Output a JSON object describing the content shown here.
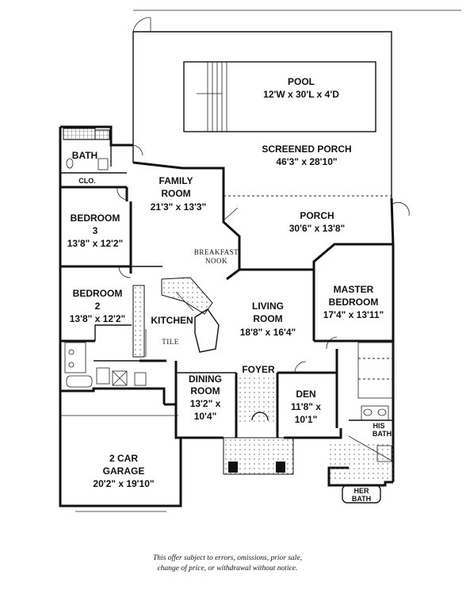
{
  "rooms": {
    "pool": {
      "name": "POOL",
      "dims": "12'W x 30'L x 4'D"
    },
    "screened_porch": {
      "name": "SCREENED PORCH",
      "dims": "46'3\" x 28'10\""
    },
    "bath": {
      "name": "BATH",
      "closet": "CLO."
    },
    "family_room": {
      "name1": "FAMILY",
      "name2": "ROOM",
      "dims": "21'3\" x 13'3\""
    },
    "porch": {
      "name": "PORCH",
      "dims": "30'6\" x 13'8\""
    },
    "bedroom3": {
      "name1": "BEDROOM",
      "name2": "3",
      "dims": "13'8\" x 12'2\""
    },
    "breakfast_nook": {
      "name1": "BREAKFAST",
      "name2": "NOOK"
    },
    "master_bedroom": {
      "name1": "MASTER",
      "name2": "BEDROOM",
      "dims": "17'4\" x 13'11\""
    },
    "bedroom2": {
      "name1": "BEDROOM",
      "name2": "2",
      "dims": "13'8\" x 12'2\""
    },
    "living_room": {
      "name1": "LIVING",
      "name2": "ROOM",
      "dims": "18'8\" x 16'4\""
    },
    "kitchen": {
      "name": "KITCHEN",
      "floor": "TILE"
    },
    "foyer": {
      "name": "FOYER"
    },
    "dining_room": {
      "name1": "DINING",
      "name2": "ROOM",
      "dims1": "13'2\" x",
      "dims2": "10'4\""
    },
    "den": {
      "name": "DEN",
      "dims1": "11'8\" x",
      "dims2": "10'1\""
    },
    "his_bath": {
      "name1": "HIS",
      "name2": "BATH"
    },
    "her_bath": {
      "name1": "HER",
      "name2": "BATH"
    },
    "garage": {
      "name1": "2 CAR",
      "name2": "GARAGE",
      "dims": "20'2\" x 19'10\""
    }
  },
  "disclaimer": {
    "line1": "This offer subject to errors, omissions, prior sale,",
    "line2": "change of price, or withdrawal without notice."
  }
}
